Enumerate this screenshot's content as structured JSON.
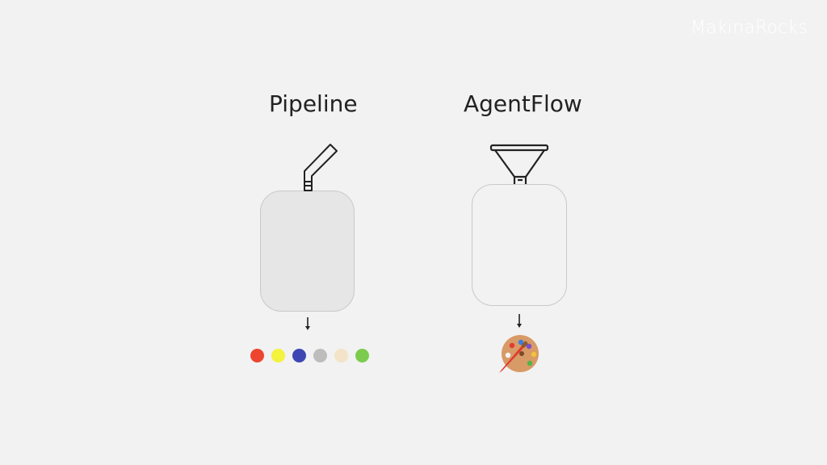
{
  "brand": {
    "text": "MakinaRocks"
  },
  "panels": {
    "pipeline": {
      "title": "Pipeline",
      "input_icon": "straw-icon",
      "output_icon": "color-dots"
    },
    "agentflow": {
      "title": "AgentFlow",
      "input_icon": "funnel-icon",
      "output_icon": "palette-icon"
    }
  },
  "output_colors": [
    {
      "name": "red",
      "hex": "#ee4530"
    },
    {
      "name": "yellow",
      "hex": "#f3f23c"
    },
    {
      "name": "blue",
      "hex": "#3d46b3"
    },
    {
      "name": "gray",
      "hex": "#bdbdbd"
    },
    {
      "name": "beige",
      "hex": "#f3e3c8"
    },
    {
      "name": "green",
      "hex": "#7ccb4e"
    }
  ],
  "colors": {
    "background": "#f2f2f2",
    "pipeline_box": "#e6e6e6",
    "outline": "#222222",
    "palette": "#d89a66",
    "brush": "#e03a2f"
  }
}
